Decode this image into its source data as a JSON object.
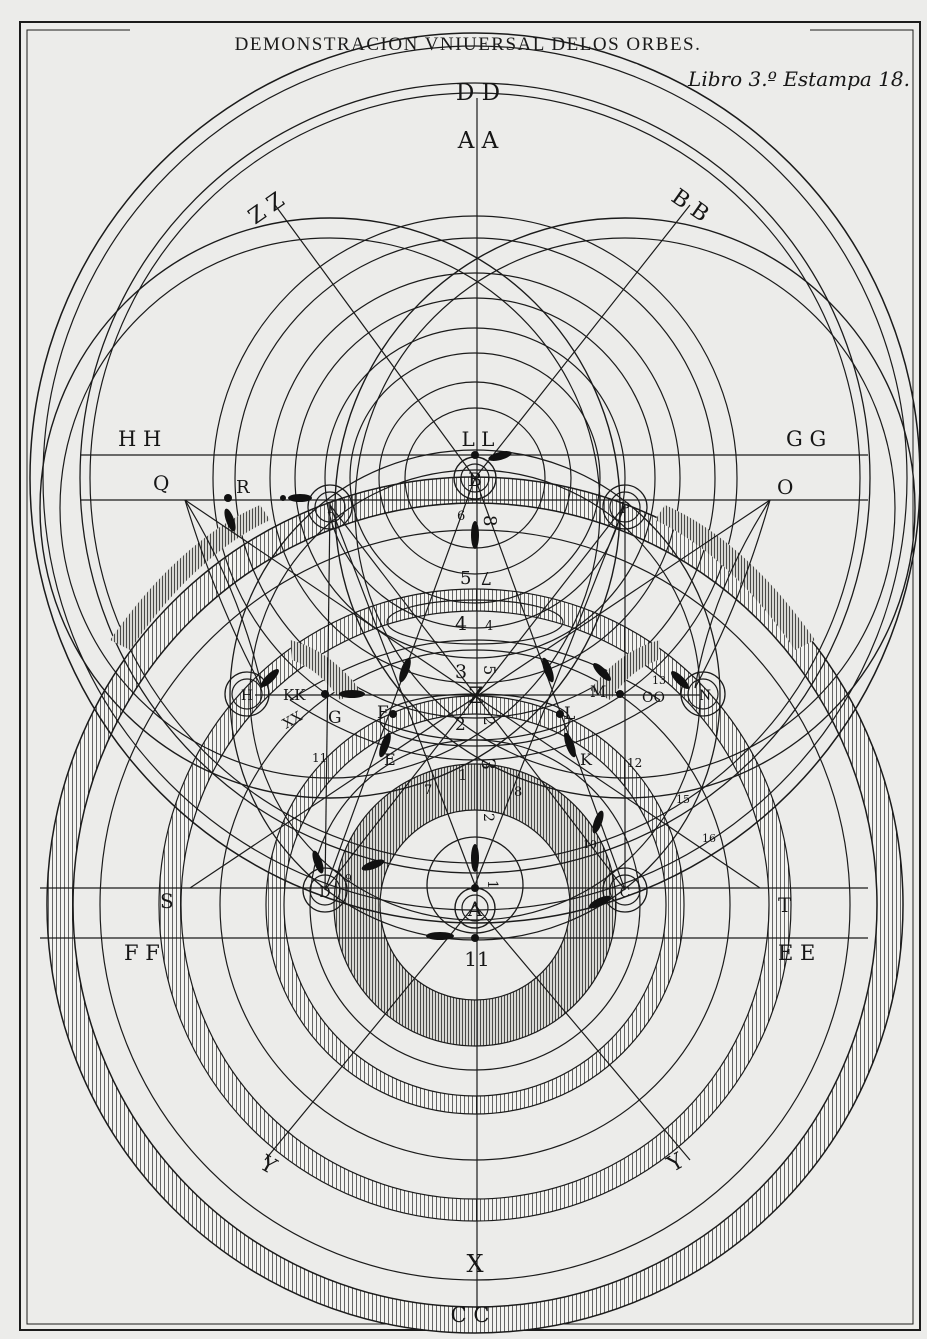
{
  "plate": {
    "title": "DEMONSTRACION VNIUERSAL DELOS ORBES.",
    "reference": "Libro 3.º Estampa 18."
  },
  "labels": {
    "dd": "D D",
    "aa": "A A",
    "zz": "Z Z",
    "bb": "B B",
    "hh": "H H",
    "gg": "G G",
    "ll": "L L",
    "q": "Q",
    "r": "R",
    "o": "O",
    "b_center": "B",
    "p": "P",
    "i": "I",
    "h": "H",
    "kk": "KK",
    "g": "G",
    "f": "F",
    "e": "E",
    "z_center": "Z",
    "l": "L",
    "k": "K",
    "m": "M",
    "oo": "OO",
    "n": "N",
    "s": "S",
    "t": "T",
    "d": "D",
    "c": "C",
    "a_center": "A",
    "ff": "F F",
    "ee": "E E",
    "y_left": "Y",
    "y_right": "Y",
    "x": "X",
    "cc": "C C",
    "num_1": "1",
    "num_2": "2",
    "num_3": "3",
    "num_4": "4",
    "num_5": "5",
    "num_6": "6",
    "num_7": "7",
    "num_8": "8",
    "num_9": "9",
    "num_10": "10",
    "num_11": "11",
    "num_12": "12",
    "num_13": "13",
    "num_15": "15",
    "num_16": "16",
    "glyph_8": "8",
    "glyph_7": "7",
    "glyph_4": "4",
    "glyph_5": "5",
    "glyph_3": "3",
    "glyph_2": "2",
    "glyph_1": "1",
    "glyph_11": "11",
    "glyph_xx": "XX"
  }
}
